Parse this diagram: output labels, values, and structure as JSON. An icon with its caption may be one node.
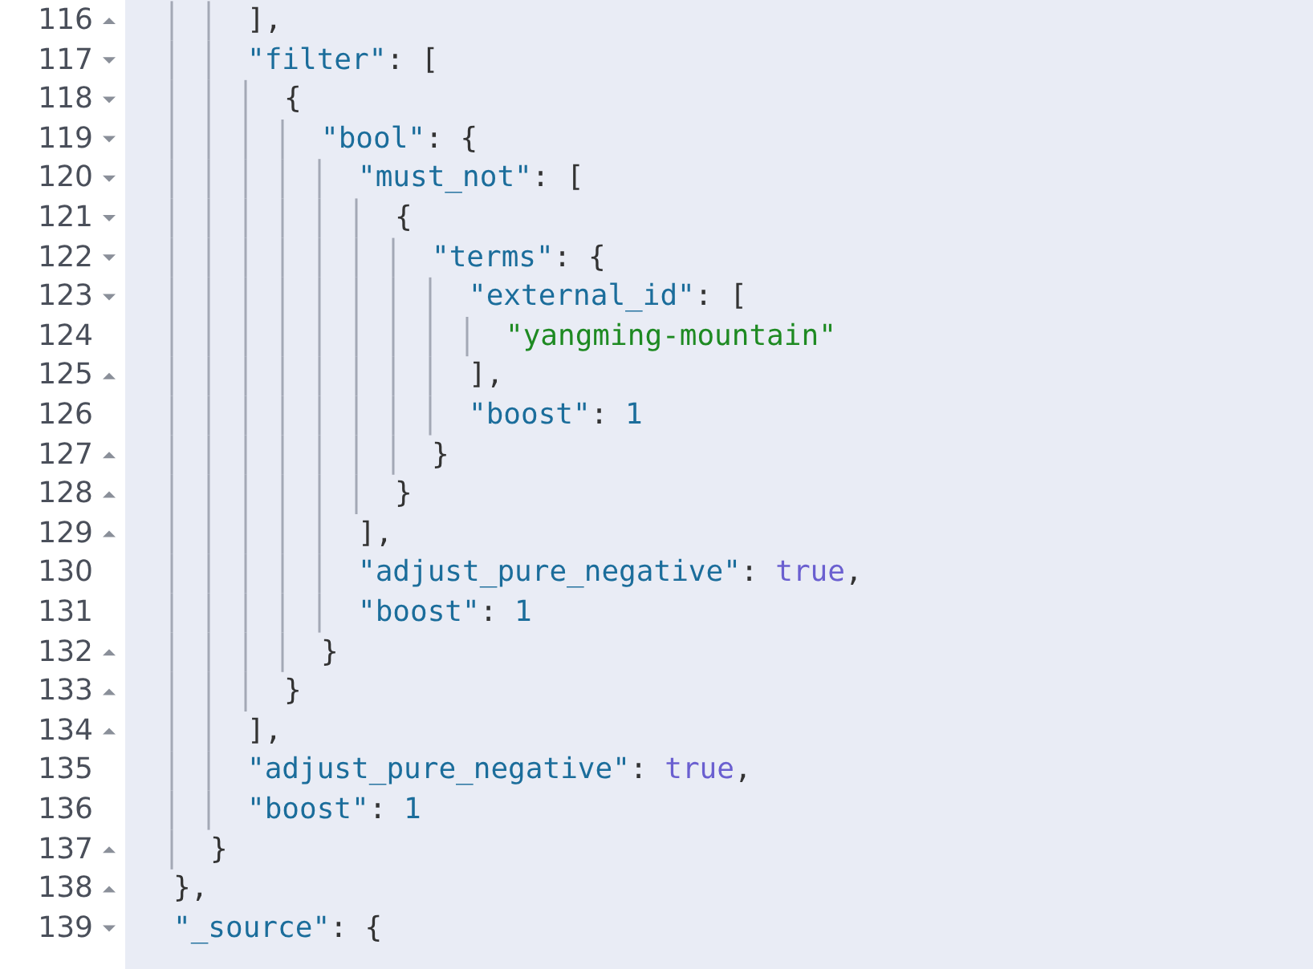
{
  "diagram": {
    "labels": [
      "116",
      "],",
      "117",
      "\"filter\": [",
      "118",
      "{",
      "119",
      "\"bool\": {",
      "120",
      "\"must_not\": [",
      "121",
      "{",
      "122",
      "\"terms\": {",
      "123",
      "\"external_id\": [",
      "124",
      "\"yangming-mountain\"",
      "125",
      "],",
      "126",
      "\"boost\": 1",
      "127",
      "}",
      "128",
      "}",
      "129",
      "],",
      "130",
      "\"adjust_pure_negative\": true,",
      "131",
      "\"boost\": 1",
      "132",
      "}",
      "133",
      "}",
      "134",
      "],",
      "135",
      "\"adjust_pure_negative\": true,",
      "136",
      "\"boost\": 1",
      "137",
      "}",
      "138",
      "},",
      "139",
      "\"_source\": {"
    ]
  }
}
